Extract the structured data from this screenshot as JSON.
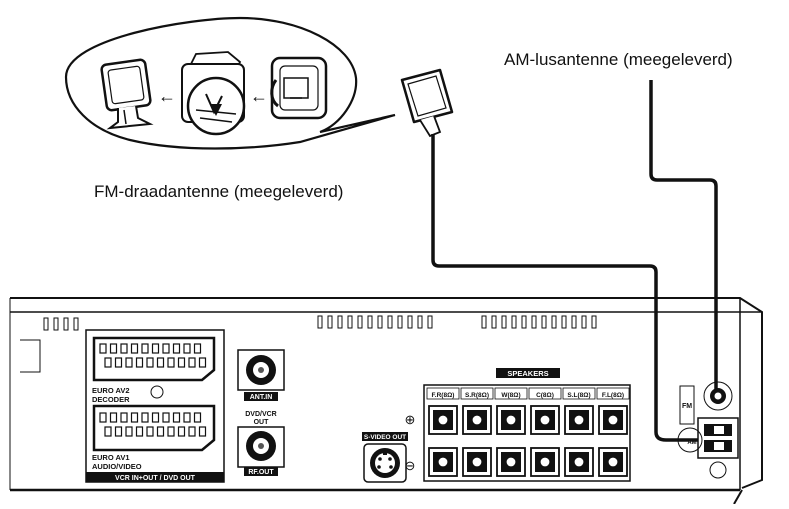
{
  "labels": {
    "am_antenna": "AM-lusantenne (meegeleverd)",
    "fm_antenna": "FM-draadantenne (meegeleverd)"
  },
  "panel": {
    "euro_av2": "EURO AV2",
    "decoder": "DECODER",
    "euro_av1": "EURO AV1",
    "audio_video": "AUDIO/VIDEO",
    "vcr_bar": "VCR IN+OUT / DVD OUT",
    "ant_in": "ANT.IN",
    "dvd_vcr_out_1": "DVD/VCR",
    "dvd_vcr_out_2": "OUT",
    "rf_out": "RF.OUT",
    "svideo_out": "S-VIDEO OUT",
    "speakers": "SPEAKERS",
    "plus": "⊕",
    "minus": "⊖",
    "fm": "FM",
    "am": "AM"
  },
  "speaker_channels": [
    "F.R(8Ω)",
    "S.R(8Ω)",
    "W(8Ω)",
    "C(8Ω)",
    "S.L(8Ω)",
    "F.L(8Ω)"
  ],
  "arrows": [
    "←",
    "←"
  ],
  "colors": {
    "ink": "#111111",
    "paper": "#ffffff",
    "shade": "#555555"
  }
}
